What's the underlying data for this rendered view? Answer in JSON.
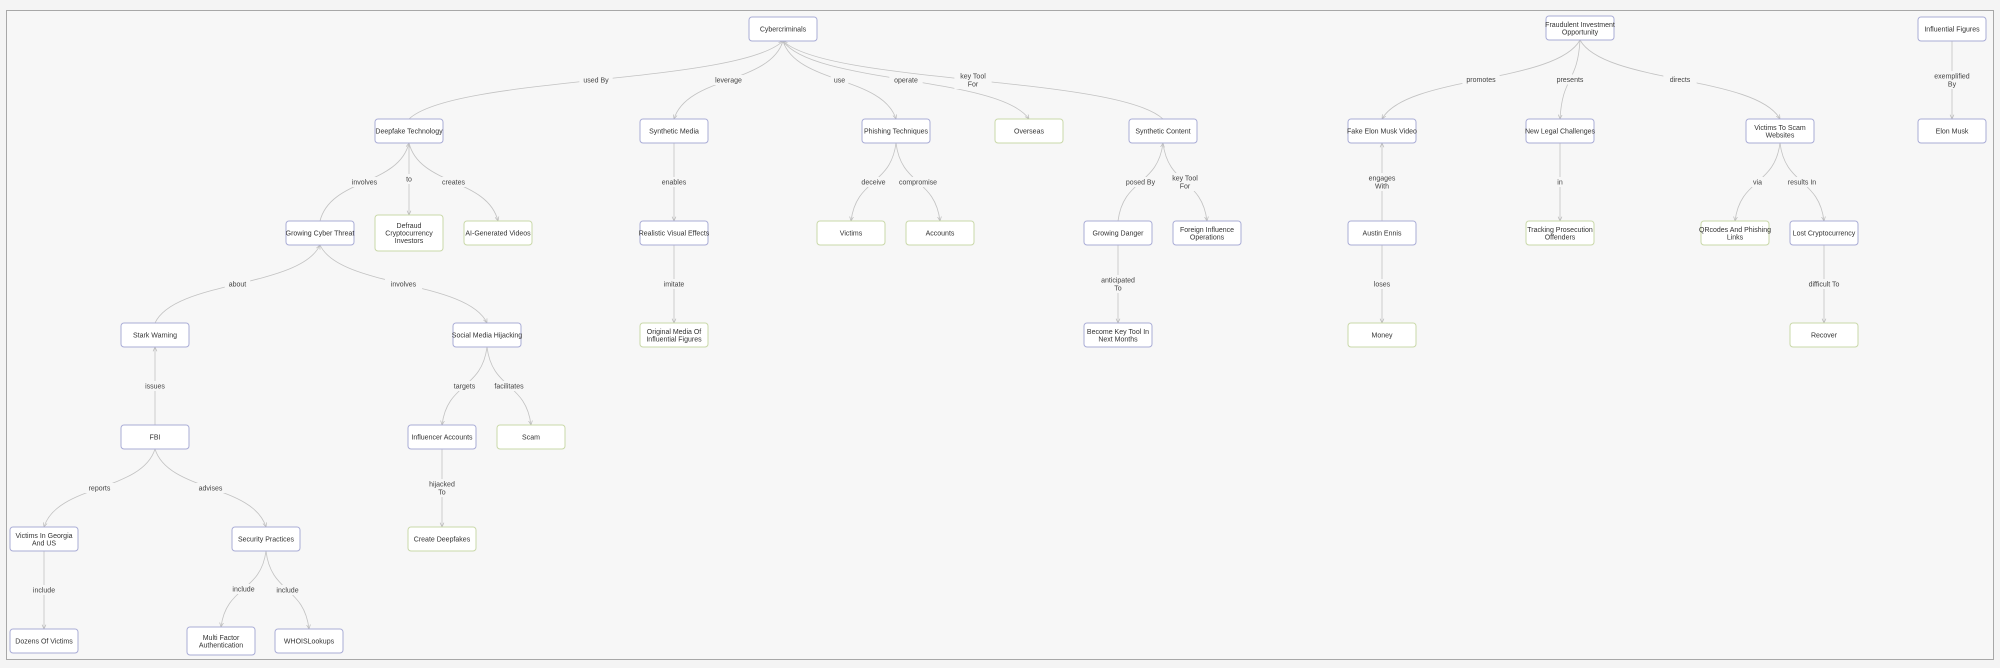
{
  "nodes": [
    {
      "id": "cybercriminals",
      "label": "Cybercriminals",
      "leaf": false
    },
    {
      "id": "fraud_invest",
      "label": "Fraudulent Investment\nOpportunity",
      "leaf": false
    },
    {
      "id": "influential_figures",
      "label": "Influential Figures",
      "leaf": false
    },
    {
      "id": "deepfake_tech",
      "label": "Deepfake Technology",
      "leaf": false
    },
    {
      "id": "synthetic_media",
      "label": "Synthetic Media",
      "leaf": false
    },
    {
      "id": "phishing",
      "label": "Phishing Techniques",
      "leaf": false
    },
    {
      "id": "overseas",
      "label": "Overseas",
      "leaf": true
    },
    {
      "id": "synthetic_content",
      "label": "Synthetic Content",
      "leaf": false
    },
    {
      "id": "fake_musk_video",
      "label": "Fake Elon Musk Video",
      "leaf": false
    },
    {
      "id": "legal_challenges",
      "label": "New Legal Challenges",
      "leaf": false
    },
    {
      "id": "scam_websites",
      "label": "Victims To Scam\nWebsites",
      "leaf": false
    },
    {
      "id": "elon_musk",
      "label": "Elon Musk",
      "leaf": false
    },
    {
      "id": "growing_cyber_threat",
      "label": "Growing Cyber Threat",
      "leaf": false
    },
    {
      "id": "defraud_investors",
      "label": "Defraud\nCryptocurrency\nInvestors",
      "leaf": true
    },
    {
      "id": "ai_videos",
      "label": "AI-Generated Videos",
      "leaf": true
    },
    {
      "id": "realistic_effects",
      "label": "Realistic Visual Effects",
      "leaf": false
    },
    {
      "id": "victims",
      "label": "Victims",
      "leaf": true
    },
    {
      "id": "accounts",
      "label": "Accounts",
      "leaf": true
    },
    {
      "id": "growing_danger",
      "label": "Growing Danger",
      "leaf": false
    },
    {
      "id": "foreign_ops",
      "label": "Foreign Influence\nOperations",
      "leaf": false
    },
    {
      "id": "austin_ennis",
      "label": "Austin Ennis",
      "leaf": false
    },
    {
      "id": "tracking_prosecution",
      "label": "Tracking Prosecution\nOffenders",
      "leaf": true
    },
    {
      "id": "qrcodes",
      "label": "QRcodes And Phishing\nLinks",
      "leaf": true
    },
    {
      "id": "lost_crypto",
      "label": "Lost Cryptocurrency",
      "leaf": false
    },
    {
      "id": "stark_warning",
      "label": "Stark Warning",
      "leaf": false
    },
    {
      "id": "social_hijacking",
      "label": "Social Media Hijacking",
      "leaf": false
    },
    {
      "id": "original_media",
      "label": "Original Media Of\nInfluential Figures",
      "leaf": true
    },
    {
      "id": "key_tool",
      "label": "Become Key Tool In\nNext Months",
      "leaf": false
    },
    {
      "id": "money",
      "label": "Money",
      "leaf": true
    },
    {
      "id": "recover",
      "label": "Recover",
      "leaf": true
    },
    {
      "id": "fbi",
      "label": "FBI",
      "leaf": false
    },
    {
      "id": "influencer_accounts",
      "label": "Influencer Accounts",
      "leaf": false
    },
    {
      "id": "scam",
      "label": "Scam",
      "leaf": true
    },
    {
      "id": "victims_georgia",
      "label": "Victims In Georgia\nAnd US",
      "leaf": false
    },
    {
      "id": "security_practices",
      "label": "Security Practices",
      "leaf": false
    },
    {
      "id": "create_deepfakes",
      "label": "Create Deepfakes",
      "leaf": true
    },
    {
      "id": "dozens_victims",
      "label": "Dozens Of Victims",
      "leaf": false
    },
    {
      "id": "mfa",
      "label": "Multi Factor\nAuthentication",
      "leaf": false
    },
    {
      "id": "whois",
      "label": "WHOISLookups",
      "leaf": false
    }
  ],
  "edges": [
    {
      "from": "deepfake_tech",
      "to": "cybercriminals",
      "label": "used By"
    },
    {
      "from": "cybercriminals",
      "to": "synthetic_media",
      "label": "leverage"
    },
    {
      "from": "cybercriminals",
      "to": "phishing",
      "label": "use"
    },
    {
      "from": "cybercriminals",
      "to": "overseas",
      "label": "operate"
    },
    {
      "from": "synthetic_content",
      "to": "cybercriminals",
      "label": "key Tool\nFor"
    },
    {
      "from": "fraud_invest",
      "to": "fake_musk_video",
      "label": "promotes"
    },
    {
      "from": "fraud_invest",
      "to": "legal_challenges",
      "label": "presents"
    },
    {
      "from": "fraud_invest",
      "to": "scam_websites",
      "label": "directs"
    },
    {
      "from": "influential_figures",
      "to": "elon_musk",
      "label": "exemplified\nBy"
    },
    {
      "from": "growing_cyber_threat",
      "to": "deepfake_tech",
      "label": "involves"
    },
    {
      "from": "deepfake_tech",
      "to": "defraud_investors",
      "label": "to"
    },
    {
      "from": "deepfake_tech",
      "to": "ai_videos",
      "label": "creates"
    },
    {
      "from": "synthetic_media",
      "to": "realistic_effects",
      "label": "enables"
    },
    {
      "from": "phishing",
      "to": "victims",
      "label": "deceive"
    },
    {
      "from": "phishing",
      "to": "accounts",
      "label": "compromise"
    },
    {
      "from": "growing_danger",
      "to": "synthetic_content",
      "label": "posed By"
    },
    {
      "from": "synthetic_content",
      "to": "foreign_ops",
      "label": "key Tool\nFor"
    },
    {
      "from": "austin_ennis",
      "to": "fake_musk_video",
      "label": "engages\nWith"
    },
    {
      "from": "legal_challenges",
      "to": "tracking_prosecution",
      "label": "in"
    },
    {
      "from": "scam_websites",
      "to": "qrcodes",
      "label": "via"
    },
    {
      "from": "scam_websites",
      "to": "lost_crypto",
      "label": "results In"
    },
    {
      "from": "stark_warning",
      "to": "growing_cyber_threat",
      "label": "about"
    },
    {
      "from": "growing_cyber_threat",
      "to": "social_hijacking",
      "label": "involves"
    },
    {
      "from": "realistic_effects",
      "to": "original_media",
      "label": "imitate"
    },
    {
      "from": "growing_danger",
      "to": "key_tool",
      "label": "anticipated\nTo"
    },
    {
      "from": "austin_ennis",
      "to": "money",
      "label": "loses"
    },
    {
      "from": "lost_crypto",
      "to": "recover",
      "label": "difficult To"
    },
    {
      "from": "fbi",
      "to": "stark_warning",
      "label": "issues"
    },
    {
      "from": "social_hijacking",
      "to": "influencer_accounts",
      "label": "targets"
    },
    {
      "from": "social_hijacking",
      "to": "scam",
      "label": "facilitates"
    },
    {
      "from": "fbi",
      "to": "victims_georgia",
      "label": "reports"
    },
    {
      "from": "fbi",
      "to": "security_practices",
      "label": "advises"
    },
    {
      "from": "influencer_accounts",
      "to": "create_deepfakes",
      "label": "hijacked\nTo"
    },
    {
      "from": "victims_georgia",
      "to": "dozens_victims",
      "label": "include"
    },
    {
      "from": "security_practices",
      "to": "mfa",
      "label": "include"
    },
    {
      "from": "security_practices",
      "to": "whois",
      "label": "include"
    }
  ]
}
